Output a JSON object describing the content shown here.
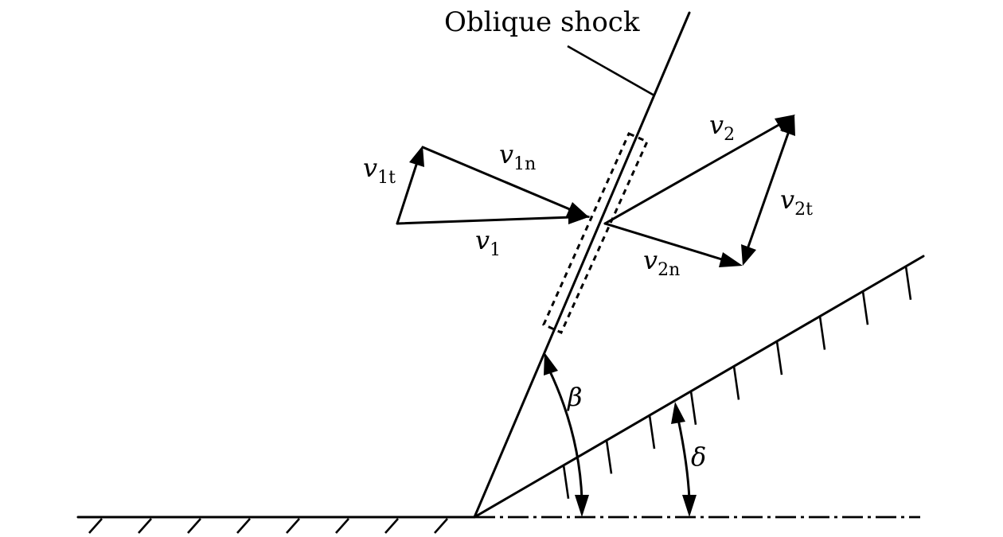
{
  "title": "Oblique shock",
  "vectors": {
    "v1": {
      "sym": "v",
      "sub": "1"
    },
    "v1n": {
      "sym": "v",
      "sub": "1n"
    },
    "v1t": {
      "sym": "v",
      "sub": "1t"
    },
    "v2": {
      "sym": "v",
      "sub": "2"
    },
    "v2n": {
      "sym": "v",
      "sub": "2n"
    },
    "v2t": {
      "sym": "v",
      "sub": "2t"
    }
  },
  "angles": {
    "beta": "β",
    "delta": "δ"
  }
}
